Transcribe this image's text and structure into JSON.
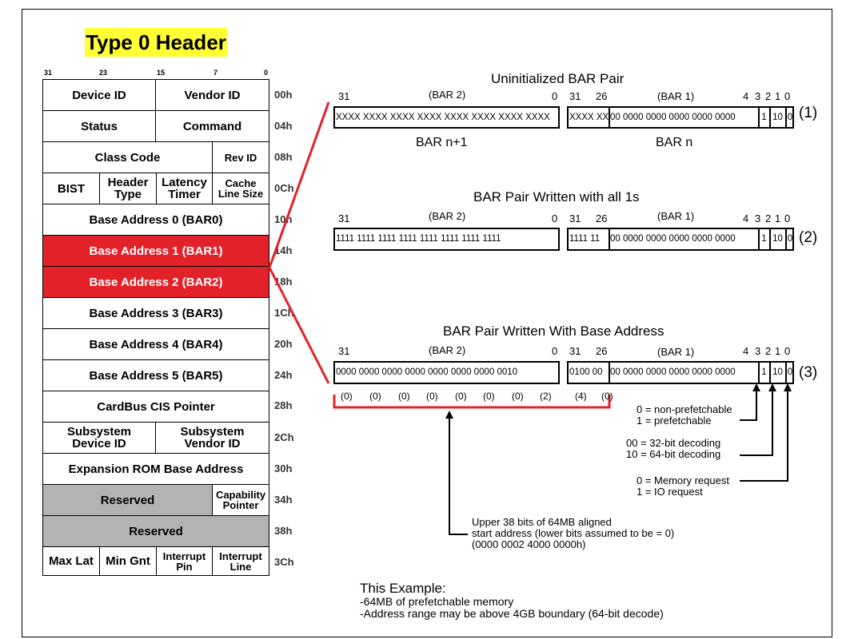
{
  "title": "Type 0 Header",
  "bit_numbers": [
    "31",
    "23",
    "15",
    "7",
    "0"
  ],
  "table": {
    "row00": {
      "a": "Device ID",
      "b": "Vendor ID",
      "offset": "00h"
    },
    "row04": {
      "a": "Status",
      "b": "Command",
      "offset": "04h"
    },
    "row08": {
      "a": "Class Code",
      "b": "Rev ID",
      "offset": "08h"
    },
    "row0c": {
      "a": "BIST",
      "b": "Header Type",
      "c": "Latency Timer",
      "d": "Cache Line Size",
      "offset": "0Ch"
    },
    "row10": {
      "a": "Base Address 0 (BAR0)",
      "offset": "10h"
    },
    "row14": {
      "a": "Base Address 1 (BAR1)",
      "offset": "14h"
    },
    "row18": {
      "a": "Base Address 2 (BAR2)",
      "offset": "18h"
    },
    "row1c": {
      "a": "Base Address 3 (BAR3)",
      "offset": "1Ch"
    },
    "row20": {
      "a": "Base Address 4 (BAR4)",
      "offset": "20h"
    },
    "row24": {
      "a": "Base Address 5 (BAR5)",
      "offset": "24h"
    },
    "row28": {
      "a": "CardBus CIS Pointer",
      "offset": "28h"
    },
    "row2c": {
      "a": "Subsystem Device ID",
      "b": "Subsystem Vendor ID",
      "offset": "2Ch"
    },
    "row30": {
      "a": "Expansion ROM Base Address",
      "offset": "30h"
    },
    "row34": {
      "a": "Reserved",
      "b": "Capability Pointer",
      "offset": "34h"
    },
    "row38": {
      "a": "Reserved",
      "offset": "38h"
    },
    "row3c": {
      "a": "Max Lat",
      "b": "Min Gnt",
      "c": "Interrupt Pin",
      "d": "Interrupt Line",
      "offset": "3Ch"
    }
  },
  "bar_labels": {
    "bar2": "(BAR 2)",
    "bar1": "(BAR 1)",
    "b31": "31",
    "b0": "0",
    "b31b": "31",
    "b26": "26",
    "b4": "4",
    "b3": "3",
    "b2": "2",
    "b1": "1",
    "b0b": "0"
  },
  "pair1": {
    "title": "Uninitialized BAR Pair",
    "upper": "XXXX XXXX XXXX XXXX XXXX XXXX XXXX XXXX",
    "lower_a": "XXXX XX",
    "lower_b": "00 0000 0000 0000 0000 0000",
    "bit3": "1",
    "bit21": "10",
    "bit0": "0",
    "number": "(1)",
    "name_upper": "BAR n+1",
    "name_lower": "BAR n"
  },
  "pair2": {
    "title": "BAR Pair Written with all 1s",
    "upper": "1111 1111 1111 1111 1111 1111 1111 1111",
    "lower_a": "1111 11",
    "lower_b": "00 0000 0000 0000 0000 0000",
    "bit3": "1",
    "bit21": "10",
    "bit0": "0",
    "number": "(2)"
  },
  "pair3": {
    "title": "BAR Pair Written With Base Address",
    "upper": "0000 0000 0000 0000 0000 0000 0000 0010",
    "lower_a": "0100 00",
    "lower_b": "00 0000 0000 0000 0000 0000",
    "bit3": "1",
    "bit21": "10",
    "bit0": "0",
    "number": "(3)",
    "nibbles": [
      "(0)",
      "(0)",
      "(0)",
      "(0)",
      "(0)",
      "(0)",
      "(0)",
      "(2)",
      "(4)",
      "(0)"
    ]
  },
  "notes": {
    "prefetch1": "0 = non-prefetchable",
    "prefetch2": "1 = prefetchable",
    "decode1": "00 = 32-bit decoding",
    "decode2": "10 = 64-bit decoding",
    "req1": "0 = Memory request",
    "req2": "1 = IO request",
    "upper1": "Upper 38 bits of 64MB aligned",
    "upper2": "start address (lower bits assumed to be = 0)",
    "upper3": "(0000 0002 4000 0000h)"
  },
  "example": {
    "heading": "This Example:",
    "line1": "-64MB of prefetchable memory",
    "line2": "-Address range may be above 4GB boundary (64-bit decode)"
  },
  "colors": {
    "highlight": "#ffff33",
    "bar_red": "#e32129",
    "reserved_gray": "#b3b3b3",
    "line_red": "#e32129"
  }
}
